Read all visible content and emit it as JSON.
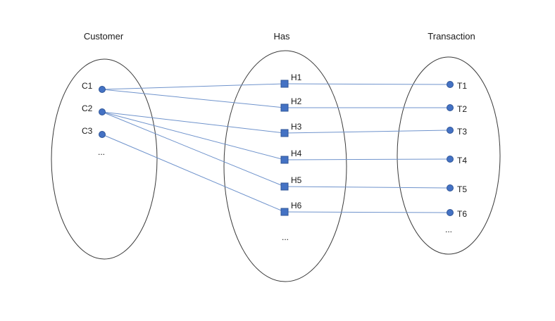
{
  "sets": {
    "customer": {
      "title": "Customer",
      "nodes": [
        "C1",
        "C2",
        "C3"
      ],
      "more": "..."
    },
    "has": {
      "title": "Has",
      "nodes": [
        "H1",
        "H2",
        "H3",
        "H4",
        "H5",
        "H6"
      ],
      "more": "..."
    },
    "transaction": {
      "title": "Transaction",
      "nodes": [
        "T1",
        "T2",
        "T3",
        "T4",
        "T5",
        "T6"
      ],
      "more": "..."
    }
  },
  "links": [
    {
      "from": "C1",
      "to": "H1"
    },
    {
      "from": "C1",
      "to": "H2"
    },
    {
      "from": "C2",
      "to": "H3"
    },
    {
      "from": "C2",
      "to": "H4"
    },
    {
      "from": "C2",
      "to": "H5"
    },
    {
      "from": "C3",
      "to": "H6"
    },
    {
      "from": "H1",
      "to": "T1"
    },
    {
      "from": "H2",
      "to": "T2"
    },
    {
      "from": "H3",
      "to": "T3"
    },
    {
      "from": "H4",
      "to": "T4"
    },
    {
      "from": "H5",
      "to": "T5"
    },
    {
      "from": "H6",
      "to": "T6"
    }
  ],
  "colors": {
    "node_fill": "#4472c4",
    "link": "#6f93cc",
    "outline": "#3a3a3a"
  }
}
